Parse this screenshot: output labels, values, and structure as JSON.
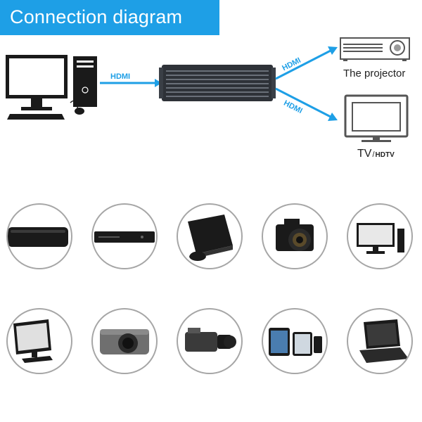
{
  "header": {
    "title": "Connection diagram"
  },
  "diagram": {
    "cables": [
      {
        "label": "HDMI"
      },
      {
        "label": "HDMI"
      },
      {
        "label": "HDMI"
      }
    ],
    "outputs": {
      "projector": "The projector",
      "tv_main": "TV",
      "tv_sep": "/",
      "tv_sub": "HDTV"
    }
  },
  "colors": {
    "accent": "#1e9fe6",
    "device_dark": "#1a1a1a",
    "circle_border": "#a6a6a6"
  },
  "sources": [
    {
      "icon": "external-drive-icon"
    },
    {
      "icon": "bluray-player-icon"
    },
    {
      "icon": "game-console-icon"
    },
    {
      "icon": "dslr-camera-icon"
    },
    {
      "icon": "monitor-pc-icon"
    },
    {
      "icon": "lcd-monitor-icon"
    },
    {
      "icon": "compact-camera-icon"
    },
    {
      "icon": "camcorder-icon"
    },
    {
      "icon": "tablets-icon"
    },
    {
      "icon": "laptop-icon"
    }
  ]
}
